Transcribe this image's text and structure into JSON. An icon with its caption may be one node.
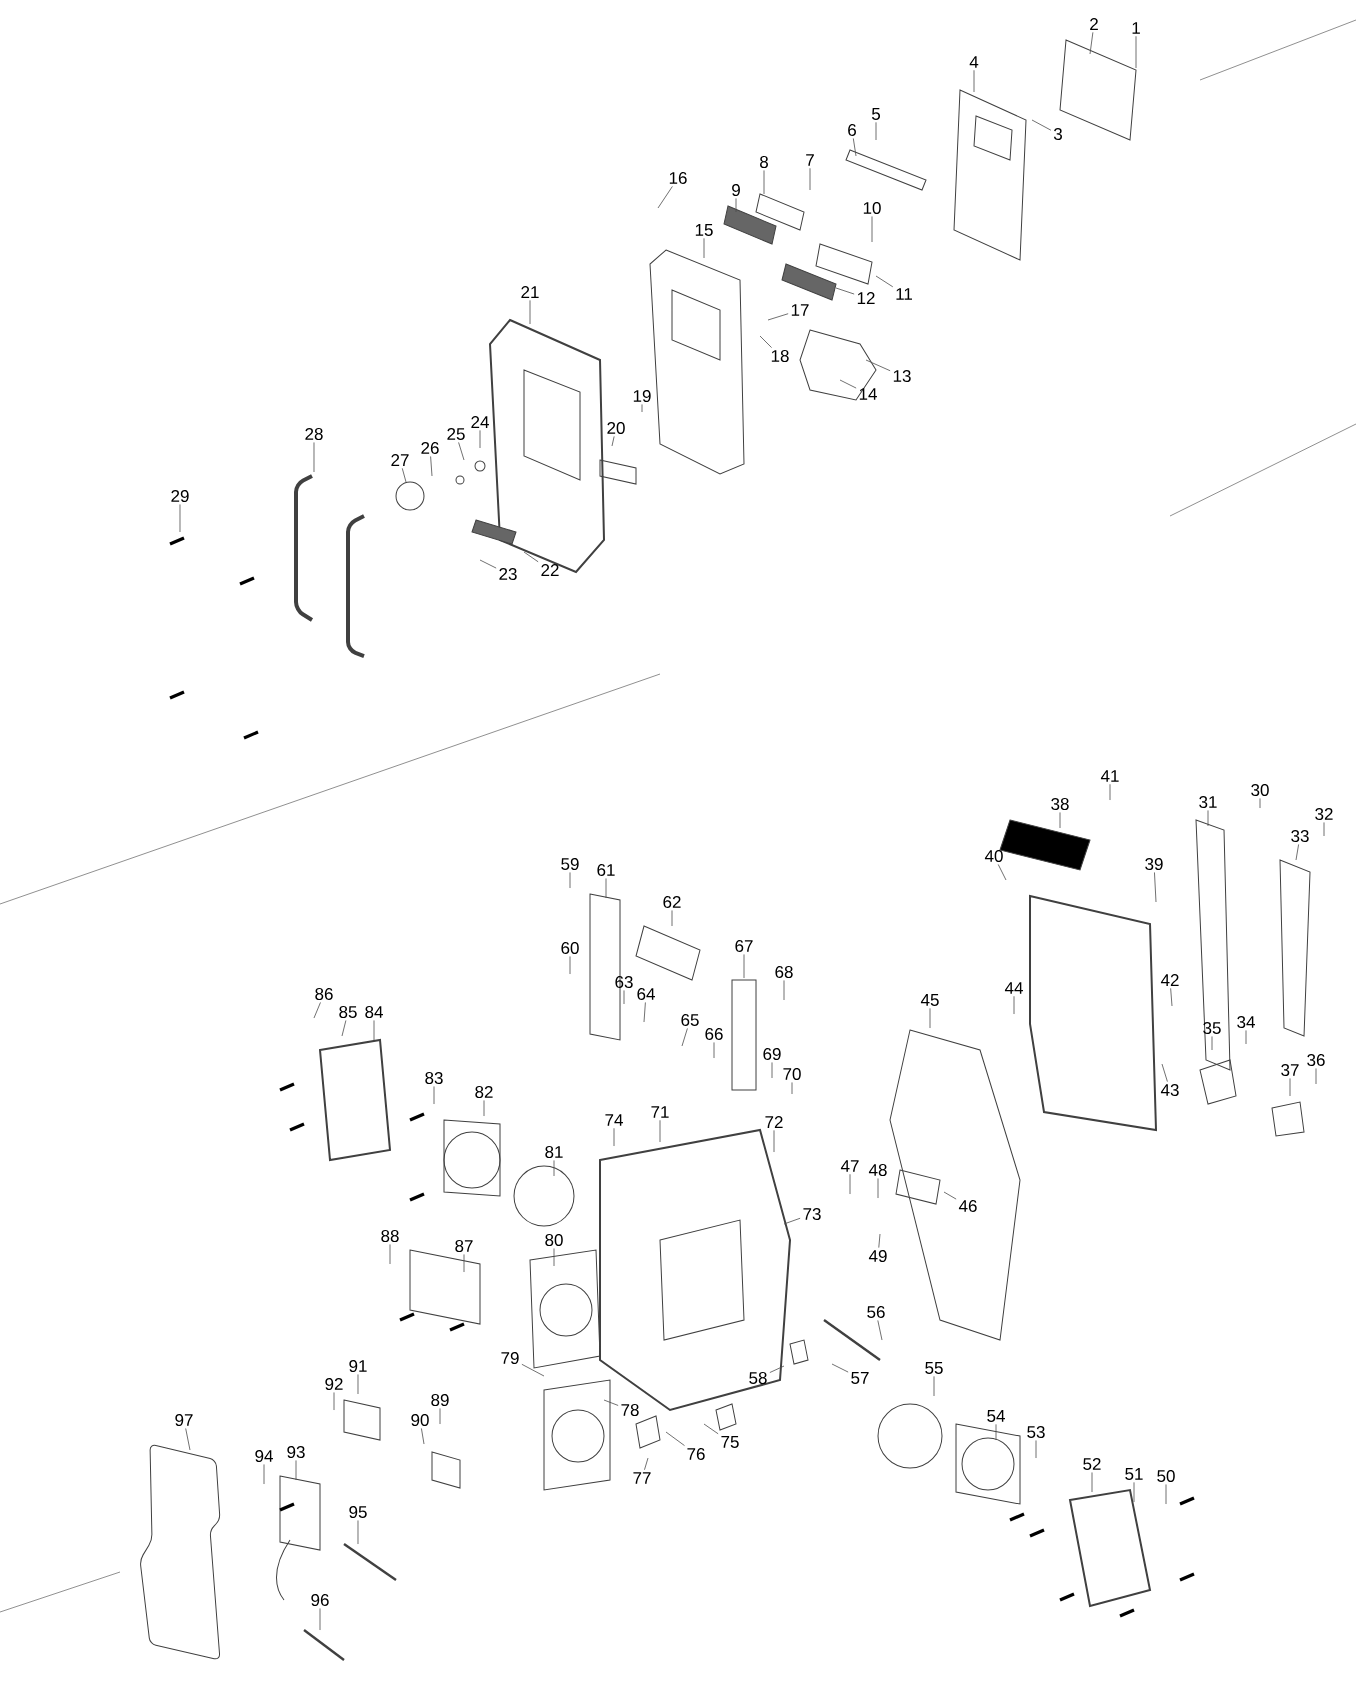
{
  "diagram": {
    "nodes": [
      {
        "text": [
          "1"
        ]
      },
      {
        "text": [
          "2"
        ]
      },
      {
        "text": [
          "3"
        ]
      },
      {
        "text": [
          "4"
        ]
      },
      {
        "text": [
          "5"
        ]
      },
      {
        "text": [
          "6"
        ]
      },
      {
        "text": [
          "7"
        ]
      },
      {
        "text": [
          "8"
        ]
      },
      {
        "text": [
          "9"
        ]
      },
      {
        "text": [
          "10"
        ]
      },
      {
        "text": [
          "11"
        ]
      },
      {
        "text": [
          "12"
        ]
      },
      {
        "text": [
          "13"
        ]
      },
      {
        "text": [
          "14"
        ]
      },
      {
        "text": [
          "15"
        ]
      },
      {
        "text": [
          "16"
        ]
      },
      {
        "text": [
          "17"
        ]
      },
      {
        "text": [
          "18"
        ]
      },
      {
        "text": [
          "19"
        ]
      },
      {
        "text": [
          "20"
        ]
      },
      {
        "text": [
          "21"
        ]
      },
      {
        "text": [
          "22"
        ]
      },
      {
        "text": [
          "23"
        ]
      },
      {
        "text": [
          "24"
        ]
      },
      {
        "text": [
          "25"
        ]
      },
      {
        "text": [
          "26"
        ]
      },
      {
        "text": [
          "27"
        ]
      },
      {
        "text": [
          "28"
        ]
      },
      {
        "text": [
          "29"
        ]
      },
      {
        "text": [
          "30"
        ]
      },
      {
        "text": [
          "31"
        ]
      },
      {
        "text": [
          "32"
        ]
      },
      {
        "text": [
          "33"
        ]
      },
      {
        "text": [
          "34"
        ]
      },
      {
        "text": [
          "35"
        ]
      },
      {
        "text": [
          "36"
        ]
      },
      {
        "text": [
          "37"
        ]
      },
      {
        "text": [
          "38"
        ]
      },
      {
        "text": [
          "39"
        ]
      },
      {
        "text": [
          "40"
        ]
      },
      {
        "text": [
          "41"
        ]
      },
      {
        "text": [
          "42"
        ]
      },
      {
        "text": [
          "43"
        ]
      },
      {
        "text": [
          "44"
        ]
      },
      {
        "text": [
          "45"
        ]
      },
      {
        "text": [
          "46"
        ]
      },
      {
        "text": [
          "47"
        ]
      },
      {
        "text": [
          "48"
        ]
      },
      {
        "text": [
          "49"
        ]
      },
      {
        "text": [
          "50"
        ]
      },
      {
        "text": [
          "51"
        ]
      },
      {
        "text": [
          "52"
        ]
      },
      {
        "text": [
          "53"
        ]
      },
      {
        "text": [
          "54"
        ]
      },
      {
        "text": [
          "55"
        ]
      },
      {
        "text": [
          "56"
        ]
      },
      {
        "text": [
          "57"
        ]
      },
      {
        "text": [
          "58"
        ]
      },
      {
        "text": [
          "59"
        ]
      },
      {
        "text": [
          "60"
        ]
      },
      {
        "text": [
          "61"
        ]
      },
      {
        "text": [
          "62"
        ]
      },
      {
        "text": [
          "63"
        ]
      },
      {
        "text": [
          "64"
        ]
      },
      {
        "text": [
          "65"
        ]
      },
      {
        "text": [
          "66"
        ]
      },
      {
        "text": [
          "67"
        ]
      },
      {
        "text": [
          "68"
        ]
      },
      {
        "text": [
          "69"
        ]
      },
      {
        "text": [
          "70"
        ]
      },
      {
        "text": [
          "71"
        ]
      },
      {
        "text": [
          "72"
        ]
      },
      {
        "text": [
          "73"
        ]
      },
      {
        "text": [
          "74"
        ]
      },
      {
        "text": [
          "75"
        ]
      },
      {
        "text": [
          "76"
        ]
      },
      {
        "text": [
          "77"
        ]
      },
      {
        "text": [
          "78"
        ]
      },
      {
        "text": [
          "79"
        ]
      },
      {
        "text": [
          "80"
        ]
      },
      {
        "text": [
          "81"
        ]
      },
      {
        "text": [
          "82"
        ]
      },
      {
        "text": [
          "83"
        ]
      },
      {
        "text": [
          "84"
        ]
      },
      {
        "text": [
          "85"
        ]
      },
      {
        "text": [
          "86"
        ]
      },
      {
        "text": [
          "87"
        ]
      },
      {
        "text": [
          "88"
        ]
      },
      {
        "text": [
          "89"
        ]
      },
      {
        "text": [
          "90"
        ]
      },
      {
        "text": [
          "91"
        ]
      },
      {
        "text": [
          "92"
        ]
      },
      {
        "text": [
          "93"
        ]
      },
      {
        "text": [
          "94"
        ]
      },
      {
        "text": [
          "95"
        ]
      },
      {
        "text": [
          "96"
        ]
      },
      {
        "text": [
          "97"
        ]
      }
    ],
    "edges": [
      {
        "from": 0,
        "to": null,
        "arrow": "none"
      },
      {
        "from": 1,
        "to": null,
        "arrow": "none"
      },
      {
        "from": 2,
        "to": null,
        "arrow": "none"
      },
      {
        "from": 3,
        "to": null,
        "arrow": "none"
      },
      {
        "from": 4,
        "to": null,
        "arrow": "none"
      },
      {
        "from": 5,
        "to": null,
        "arrow": "none"
      },
      {
        "from": 6,
        "to": null,
        "arrow": "none"
      },
      {
        "from": 7,
        "to": null,
        "arrow": "none"
      },
      {
        "from": 8,
        "to": null,
        "arrow": "none"
      },
      {
        "from": 9,
        "to": null,
        "arrow": "none"
      },
      {
        "from": 10,
        "to": null,
        "arrow": "none"
      },
      {
        "from": 11,
        "to": null,
        "arrow": "none"
      },
      {
        "from": 12,
        "to": null,
        "arrow": "none"
      },
      {
        "from": 13,
        "to": null,
        "arrow": "none"
      },
      {
        "from": 14,
        "to": null,
        "arrow": "none"
      },
      {
        "from": 15,
        "to": null,
        "arrow": "none"
      },
      {
        "from": 16,
        "to": null,
        "arrow": "none"
      },
      {
        "from": 17,
        "to": null,
        "arrow": "none"
      },
      {
        "from": 18,
        "to": null,
        "arrow": "none"
      },
      {
        "from": 19,
        "to": null,
        "arrow": "none"
      },
      {
        "from": 20,
        "to": null,
        "arrow": "none"
      },
      {
        "from": 21,
        "to": null,
        "arrow": "none"
      },
      {
        "from": 22,
        "to": null,
        "arrow": "none"
      },
      {
        "from": 23,
        "to": null,
        "arrow": "none"
      },
      {
        "from": 24,
        "to": null,
        "arrow": "none"
      },
      {
        "from": 25,
        "to": null,
        "arrow": "none"
      },
      {
        "from": 26,
        "to": null,
        "arrow": "none"
      },
      {
        "from": 27,
        "to": null,
        "arrow": "none"
      },
      {
        "from": 28,
        "to": null,
        "arrow": "none"
      },
      {
        "from": 29,
        "to": null,
        "arrow": "none"
      },
      {
        "from": 30,
        "to": null,
        "arrow": "none"
      },
      {
        "from": 31,
        "to": null,
        "arrow": "none"
      },
      {
        "from": 32,
        "to": null,
        "arrow": "none"
      },
      {
        "from": 33,
        "to": null,
        "arrow": "none"
      },
      {
        "from": 34,
        "to": null,
        "arrow": "none"
      },
      {
        "from": 35,
        "to": null,
        "arrow": "none"
      },
      {
        "from": 36,
        "to": null,
        "arrow": "none"
      },
      {
        "from": 37,
        "to": null,
        "arrow": "none"
      },
      {
        "from": 38,
        "to": null,
        "arrow": "none"
      },
      {
        "from": 39,
        "to": null,
        "arrow": "none"
      },
      {
        "from": 40,
        "to": null,
        "arrow": "none"
      },
      {
        "from": 41,
        "to": null,
        "arrow": "none"
      },
      {
        "from": 42,
        "to": null,
        "arrow": "none"
      },
      {
        "from": 43,
        "to": null,
        "arrow": "none"
      },
      {
        "from": 44,
        "to": null,
        "arrow": "none"
      },
      {
        "from": 45,
        "to": null,
        "arrow": "none"
      },
      {
        "from": 46,
        "to": null,
        "arrow": "none"
      },
      {
        "from": 47,
        "to": null,
        "arrow": "none"
      },
      {
        "from": 48,
        "to": null,
        "arrow": "none"
      },
      {
        "from": 49,
        "to": null,
        "arrow": "none"
      },
      {
        "from": 50,
        "to": null,
        "arrow": "none"
      },
      {
        "from": 51,
        "to": null,
        "arrow": "none"
      },
      {
        "from": 52,
        "to": null,
        "arrow": "none"
      },
      {
        "from": 53,
        "to": null,
        "arrow": "none"
      },
      {
        "from": 54,
        "to": null,
        "arrow": "none"
      },
      {
        "from": 55,
        "to": null,
        "arrow": "none"
      },
      {
        "from": 56,
        "to": null,
        "arrow": "none"
      },
      {
        "from": 57,
        "to": null,
        "arrow": "none"
      },
      {
        "from": 58,
        "to": null,
        "arrow": "none"
      },
      {
        "from": 59,
        "to": null,
        "arrow": "none"
      },
      {
        "from": 60,
        "to": null,
        "arrow": "none"
      },
      {
        "from": 61,
        "to": null,
        "arrow": "none"
      },
      {
        "from": 62,
        "to": null,
        "arrow": "none"
      },
      {
        "from": 63,
        "to": null,
        "arrow": "none"
      },
      {
        "from": 64,
        "to": null,
        "arrow": "none"
      },
      {
        "from": 65,
        "to": null,
        "arrow": "none"
      },
      {
        "from": 66,
        "to": null,
        "arrow": "none"
      },
      {
        "from": 67,
        "to": null,
        "arrow": "none"
      },
      {
        "from": 68,
        "to": null,
        "arrow": "none"
      },
      {
        "from": 69,
        "to": null,
        "arrow": "none"
      },
      {
        "from": 70,
        "to": null,
        "arrow": "none"
      },
      {
        "from": 71,
        "to": null,
        "arrow": "none"
      },
      {
        "from": 72,
        "to": null,
        "arrow": "none"
      },
      {
        "from": 73,
        "to": null,
        "arrow": "none"
      },
      {
        "from": 74,
        "to": null,
        "arrow": "none"
      },
      {
        "from": 75,
        "to": null,
        "arrow": "none"
      },
      {
        "from": 76,
        "to": null,
        "arrow": "none"
      },
      {
        "from": 77,
        "to": null,
        "arrow": "none"
      },
      {
        "from": 78,
        "to": null,
        "arrow": "none"
      },
      {
        "from": 79,
        "to": null,
        "arrow": "none"
      },
      {
        "from": 80,
        "to": null,
        "arrow": "none"
      },
      {
        "from": 81,
        "to": null,
        "arrow": "none"
      },
      {
        "from": 82,
        "to": null,
        "arrow": "none"
      },
      {
        "from": 83,
        "to": null,
        "arrow": "none"
      },
      {
        "from": 84,
        "to": null,
        "arrow": "none"
      },
      {
        "from": 85,
        "to": null,
        "arrow": "none"
      },
      {
        "from": 86,
        "to": null,
        "arrow": "none"
      },
      {
        "from": 87,
        "to": null,
        "arrow": "none"
      },
      {
        "from": 88,
        "to": null,
        "arrow": "none"
      },
      {
        "from": 89,
        "to": null,
        "arrow": "none"
      },
      {
        "from": 90,
        "to": null,
        "arrow": "none"
      },
      {
        "from": 91,
        "to": null,
        "arrow": "none"
      },
      {
        "from": 92,
        "to": null,
        "arrow": "none"
      },
      {
        "from": 93,
        "to": null,
        "arrow": "none"
      },
      {
        "from": 94,
        "to": null,
        "arrow": "none"
      },
      {
        "from": 95,
        "to": null,
        "arrow": "none"
      },
      {
        "from": 96,
        "to": null,
        "arrow": "none"
      }
    ]
  }
}
